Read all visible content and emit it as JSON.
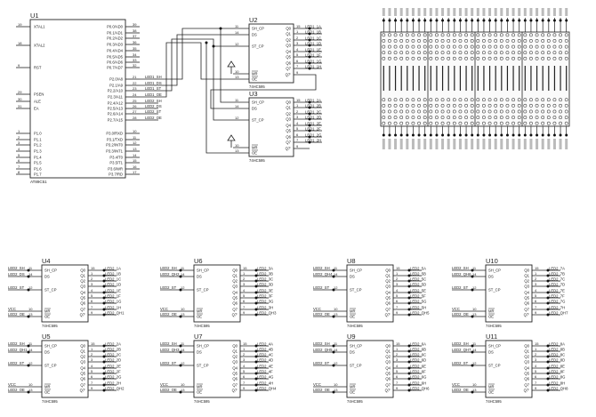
{
  "mcu": {
    "ref": "U1",
    "part": "AT89C51",
    "left_pins": [
      {
        "num": "19",
        "name": "XTAL1"
      },
      {
        "num": "18",
        "name": "XTAL2"
      },
      {
        "num": "9",
        "name": "RST"
      },
      {
        "num": "29",
        "name": "PSEN"
      },
      {
        "num": "30",
        "name": "ALE"
      },
      {
        "num": "31",
        "name": "EA"
      },
      {
        "num": "1",
        "name": "P1.0"
      },
      {
        "num": "2",
        "name": "P1.1"
      },
      {
        "num": "3",
        "name": "P1.2"
      },
      {
        "num": "4",
        "name": "P1.3"
      },
      {
        "num": "5",
        "name": "P1.4"
      },
      {
        "num": "6",
        "name": "P1.5"
      },
      {
        "num": "7",
        "name": "P1.6"
      },
      {
        "num": "8",
        "name": "P1.7"
      }
    ],
    "right_pins": [
      {
        "num": "39",
        "name": "P0.0/AD0"
      },
      {
        "num": "38",
        "name": "P0.1/AD1"
      },
      {
        "num": "37",
        "name": "P0.2/AD2"
      },
      {
        "num": "36",
        "name": "P0.3/AD3"
      },
      {
        "num": "35",
        "name": "P0.4/AD4"
      },
      {
        "num": "34",
        "name": "P0.5/AD5"
      },
      {
        "num": "33",
        "name": "P0.6/AD6"
      },
      {
        "num": "32",
        "name": "P0.7/AD7"
      },
      {
        "num": "21",
        "name": "P2.0/A8",
        "net": "LED1_SH"
      },
      {
        "num": "22",
        "name": "P2.1/A9",
        "net": "LED1_DS"
      },
      {
        "num": "23",
        "name": "P2.2/A10",
        "net": "LED1_ST"
      },
      {
        "num": "24",
        "name": "P2.3/A11",
        "net": "LED1_OE"
      },
      {
        "num": "25",
        "name": "P2.4/A12",
        "net": "LED2_SH"
      },
      {
        "num": "26",
        "name": "P2.5/A13",
        "net": "LED2_DS"
      },
      {
        "num": "27",
        "name": "P2.6/A14",
        "net": "LED2_ST"
      },
      {
        "num": "28",
        "name": "P2.7/A15",
        "net": "LED2_OE"
      },
      {
        "num": "10",
        "name": "P3.0/RXD"
      },
      {
        "num": "11",
        "name": "P3.1/TXD"
      },
      {
        "num": "12",
        "name": "P3.2/INT0"
      },
      {
        "num": "13",
        "name": "P3.3/INT1"
      },
      {
        "num": "14",
        "name": "P3.4/T0"
      },
      {
        "num": "15",
        "name": "P3.5/T1"
      },
      {
        "num": "16",
        "name": "P3.6/WR"
      },
      {
        "num": "17",
        "name": "P3.7/RD"
      }
    ]
  },
  "shift_register_pins": {
    "left": [
      {
        "num": "11",
        "name": "SH_CP"
      },
      {
        "num": "14",
        "name": "DS"
      },
      {
        "num": "12",
        "name": "ST_CP"
      },
      {
        "num": "10",
        "name": "MR"
      },
      {
        "num": "13",
        "name": "OE"
      }
    ],
    "right": [
      {
        "num": "15",
        "name": "Q0"
      },
      {
        "num": "1",
        "name": "Q1"
      },
      {
        "num": "2",
        "name": "Q2"
      },
      {
        "num": "3",
        "name": "Q3"
      },
      {
        "num": "4",
        "name": "Q4"
      },
      {
        "num": "5",
        "name": "Q5"
      },
      {
        "num": "6",
        "name": "Q6"
      },
      {
        "num": "7",
        "name": "Q7"
      },
      {
        "num": "9",
        "name": "Q7'"
      }
    ]
  },
  "top_registers": [
    {
      "ref": "U2",
      "part": "74HC595",
      "outputs": [
        "LED1_1A",
        "LED1_1B",
        "LED1_1C",
        "LED1_1D",
        "LED1_1E",
        "LED1_1F",
        "LED1_1G",
        "LED1_1H"
      ]
    },
    {
      "ref": "U3",
      "part": "74HC595",
      "outputs": [
        "LED1_2A",
        "LED1_2B",
        "LED1_2C",
        "LED1_2D",
        "LED1_2E",
        "LED1_2F",
        "LED1_2G",
        "LED1_2H"
      ]
    }
  ],
  "bottom_registers": [
    {
      "ref": "U4",
      "part": "74HC595",
      "in": [
        "LED2_SH",
        "LED2_DS",
        "LED2_ST",
        "VCC",
        "LED2_OE"
      ],
      "outputs": [
        "LED2_1A",
        "LED2_1B",
        "LED2_1C",
        "LED2_1D",
        "LED2_1E",
        "LED2_1F",
        "LED2_1G",
        "LED2_1H",
        "LED2_QH1"
      ]
    },
    {
      "ref": "U5",
      "part": "74HC595",
      "in": [
        "LED2_SH",
        "LED2_QH1",
        "LED2_ST",
        "VCC",
        "LED2_OE"
      ],
      "outputs": [
        "LED2_2A",
        "LED2_2B",
        "LED2_2C",
        "LED2_2D",
        "LED2_2E",
        "LED2_2F",
        "LED2_2G",
        "LED2_2H",
        "LED2_QH2"
      ]
    },
    {
      "ref": "U6",
      "part": "74HC595",
      "in": [
        "LED2_SH",
        "LED2_QH2",
        "LED2_ST",
        "VCC",
        "LED2_OE"
      ],
      "outputs": [
        "LED2_3A",
        "LED2_3B",
        "LED2_3C",
        "LED2_3D",
        "LED2_3E",
        "LED2_3F",
        "LED2_3G",
        "LED2_3H",
        "LED2_QH3"
      ]
    },
    {
      "ref": "U7",
      "part": "74HC595",
      "in": [
        "LED2_SH",
        "LED2_QH3",
        "LED2_ST",
        "VCC",
        "LED2_OE"
      ],
      "outputs": [
        "LED2_4A",
        "LED2_4B",
        "LED2_4C",
        "LED2_4D",
        "LED2_4E",
        "LED2_4F",
        "LED2_4G",
        "LED2_4H",
        "LED2_QH4"
      ]
    },
    {
      "ref": "U8",
      "part": "74HC595",
      "in": [
        "LED2_SH",
        "LED2_QH4",
        "LED2_ST",
        "VCC",
        "LED2_OE"
      ],
      "outputs": [
        "LED2_5A",
        "LED2_5B",
        "LED2_5C",
        "LED2_5D",
        "LED2_5E",
        "LED2_5F",
        "LED2_5G",
        "LED2_5H",
        "LED2_QH5"
      ]
    },
    {
      "ref": "U9",
      "part": "74HC595",
      "in": [
        "LED2_SH",
        "LED2_QH5",
        "LED2_ST",
        "VCC",
        "LED2_OE"
      ],
      "outputs": [
        "LED2_6A",
        "LED2_6B",
        "LED2_6C",
        "LED2_6D",
        "LED2_6E",
        "LED2_6F",
        "LED2_6G",
        "LED2_6H",
        "LED2_QH6"
      ]
    },
    {
      "ref": "U10",
      "part": "74HC595",
      "in": [
        "LED2_SH",
        "LED2_QH6",
        "LED2_ST",
        "VCC",
        "LED2_OE"
      ],
      "outputs": [
        "LED2_7A",
        "LED2_7B",
        "LED2_7C",
        "LED2_7D",
        "LED2_7E",
        "LED2_7F",
        "LED2_7G",
        "LED2_7H",
        "LED2_QH7"
      ]
    },
    {
      "ref": "U11",
      "part": "74HC595",
      "in": [
        "LED2_SH",
        "LED2_QH7",
        "LED2_ST",
        "VCC",
        "LED2_OE"
      ],
      "outputs": [
        "LED2_8A",
        "LED2_8B",
        "LED2_8C",
        "LED2_8D",
        "LED2_8E",
        "LED2_8F",
        "LED2_8G",
        "LED2_8H",
        "LED2_QH8"
      ]
    }
  ],
  "led_matrix": {
    "modules": 4,
    "columns": 32,
    "rows": 16
  }
}
